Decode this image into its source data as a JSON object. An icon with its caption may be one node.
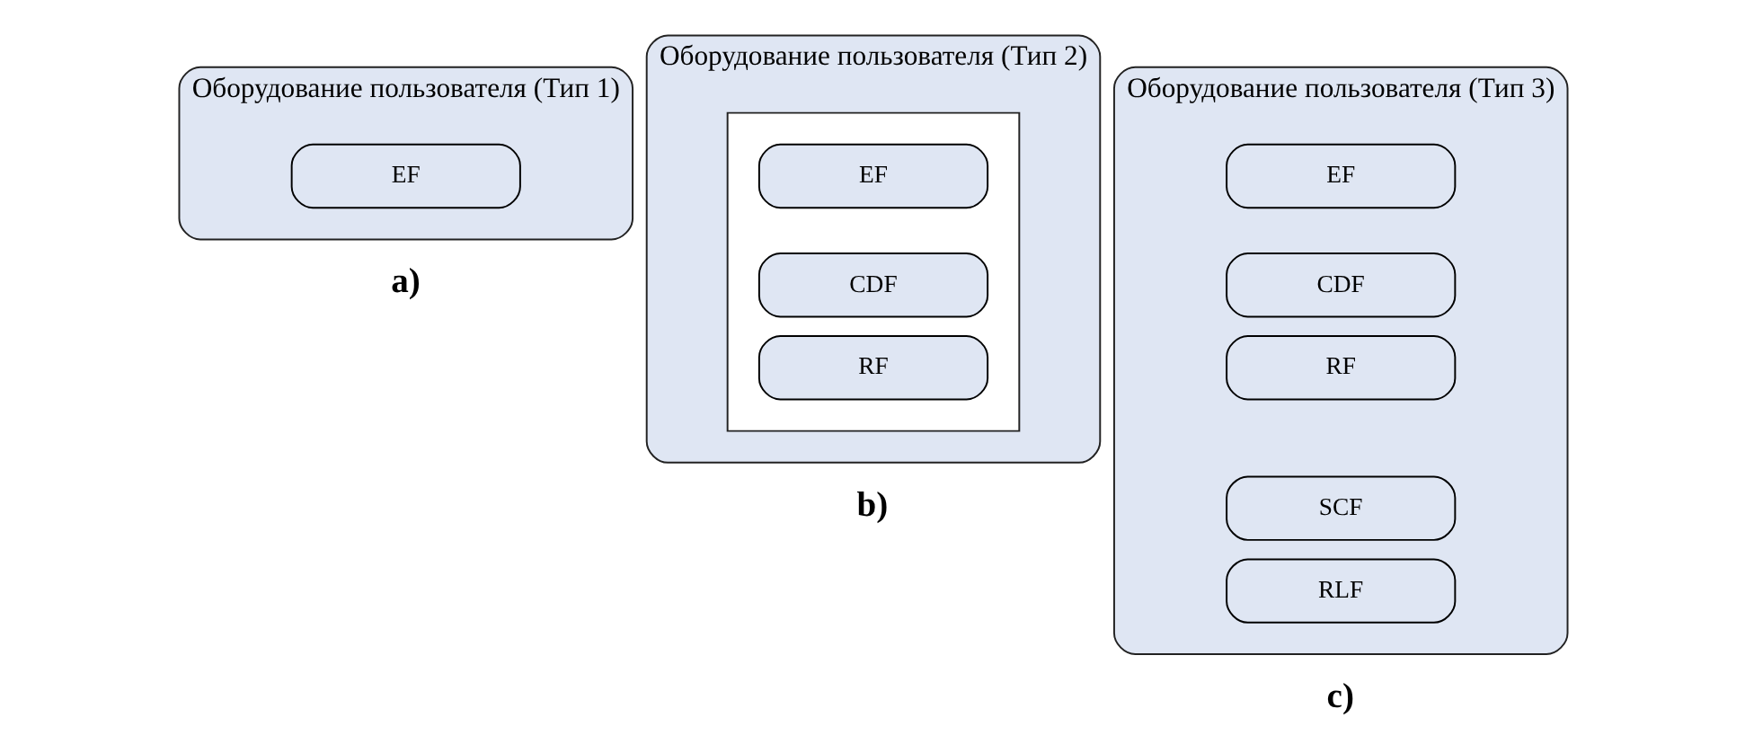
{
  "diagram": {
    "nodes": [
      {
        "text": [
          "Оборудование пользователя (Тип 1)"
        ]
      },
      {
        "text": [
          "EF"
        ],
        "in": 0
      },
      {
        "text": [
          "Оборудование пользователя (Тип 2)"
        ]
      },
      {
        "text": [],
        "shape": "box",
        "in": 2
      },
      {
        "text": [
          "EF"
        ],
        "in": 3
      },
      {
        "text": [
          "CDF"
        ],
        "in": 3
      },
      {
        "text": [
          "RF"
        ],
        "in": 3
      },
      {
        "text": [
          "Оборудование пользователя (Тип 3)"
        ]
      },
      {
        "text": [
          "EF"
        ],
        "in": 7
      },
      {
        "text": [
          "CDF"
        ],
        "in": 7
      },
      {
        "text": [
          "RF"
        ],
        "in": 7
      },
      {
        "text": [
          "SCF"
        ],
        "in": 7
      },
      {
        "text": [
          "RLF"
        ],
        "in": 7
      }
    ],
    "edges": [],
    "labels": [
      "a)",
      "b)",
      "c)"
    ]
  }
}
